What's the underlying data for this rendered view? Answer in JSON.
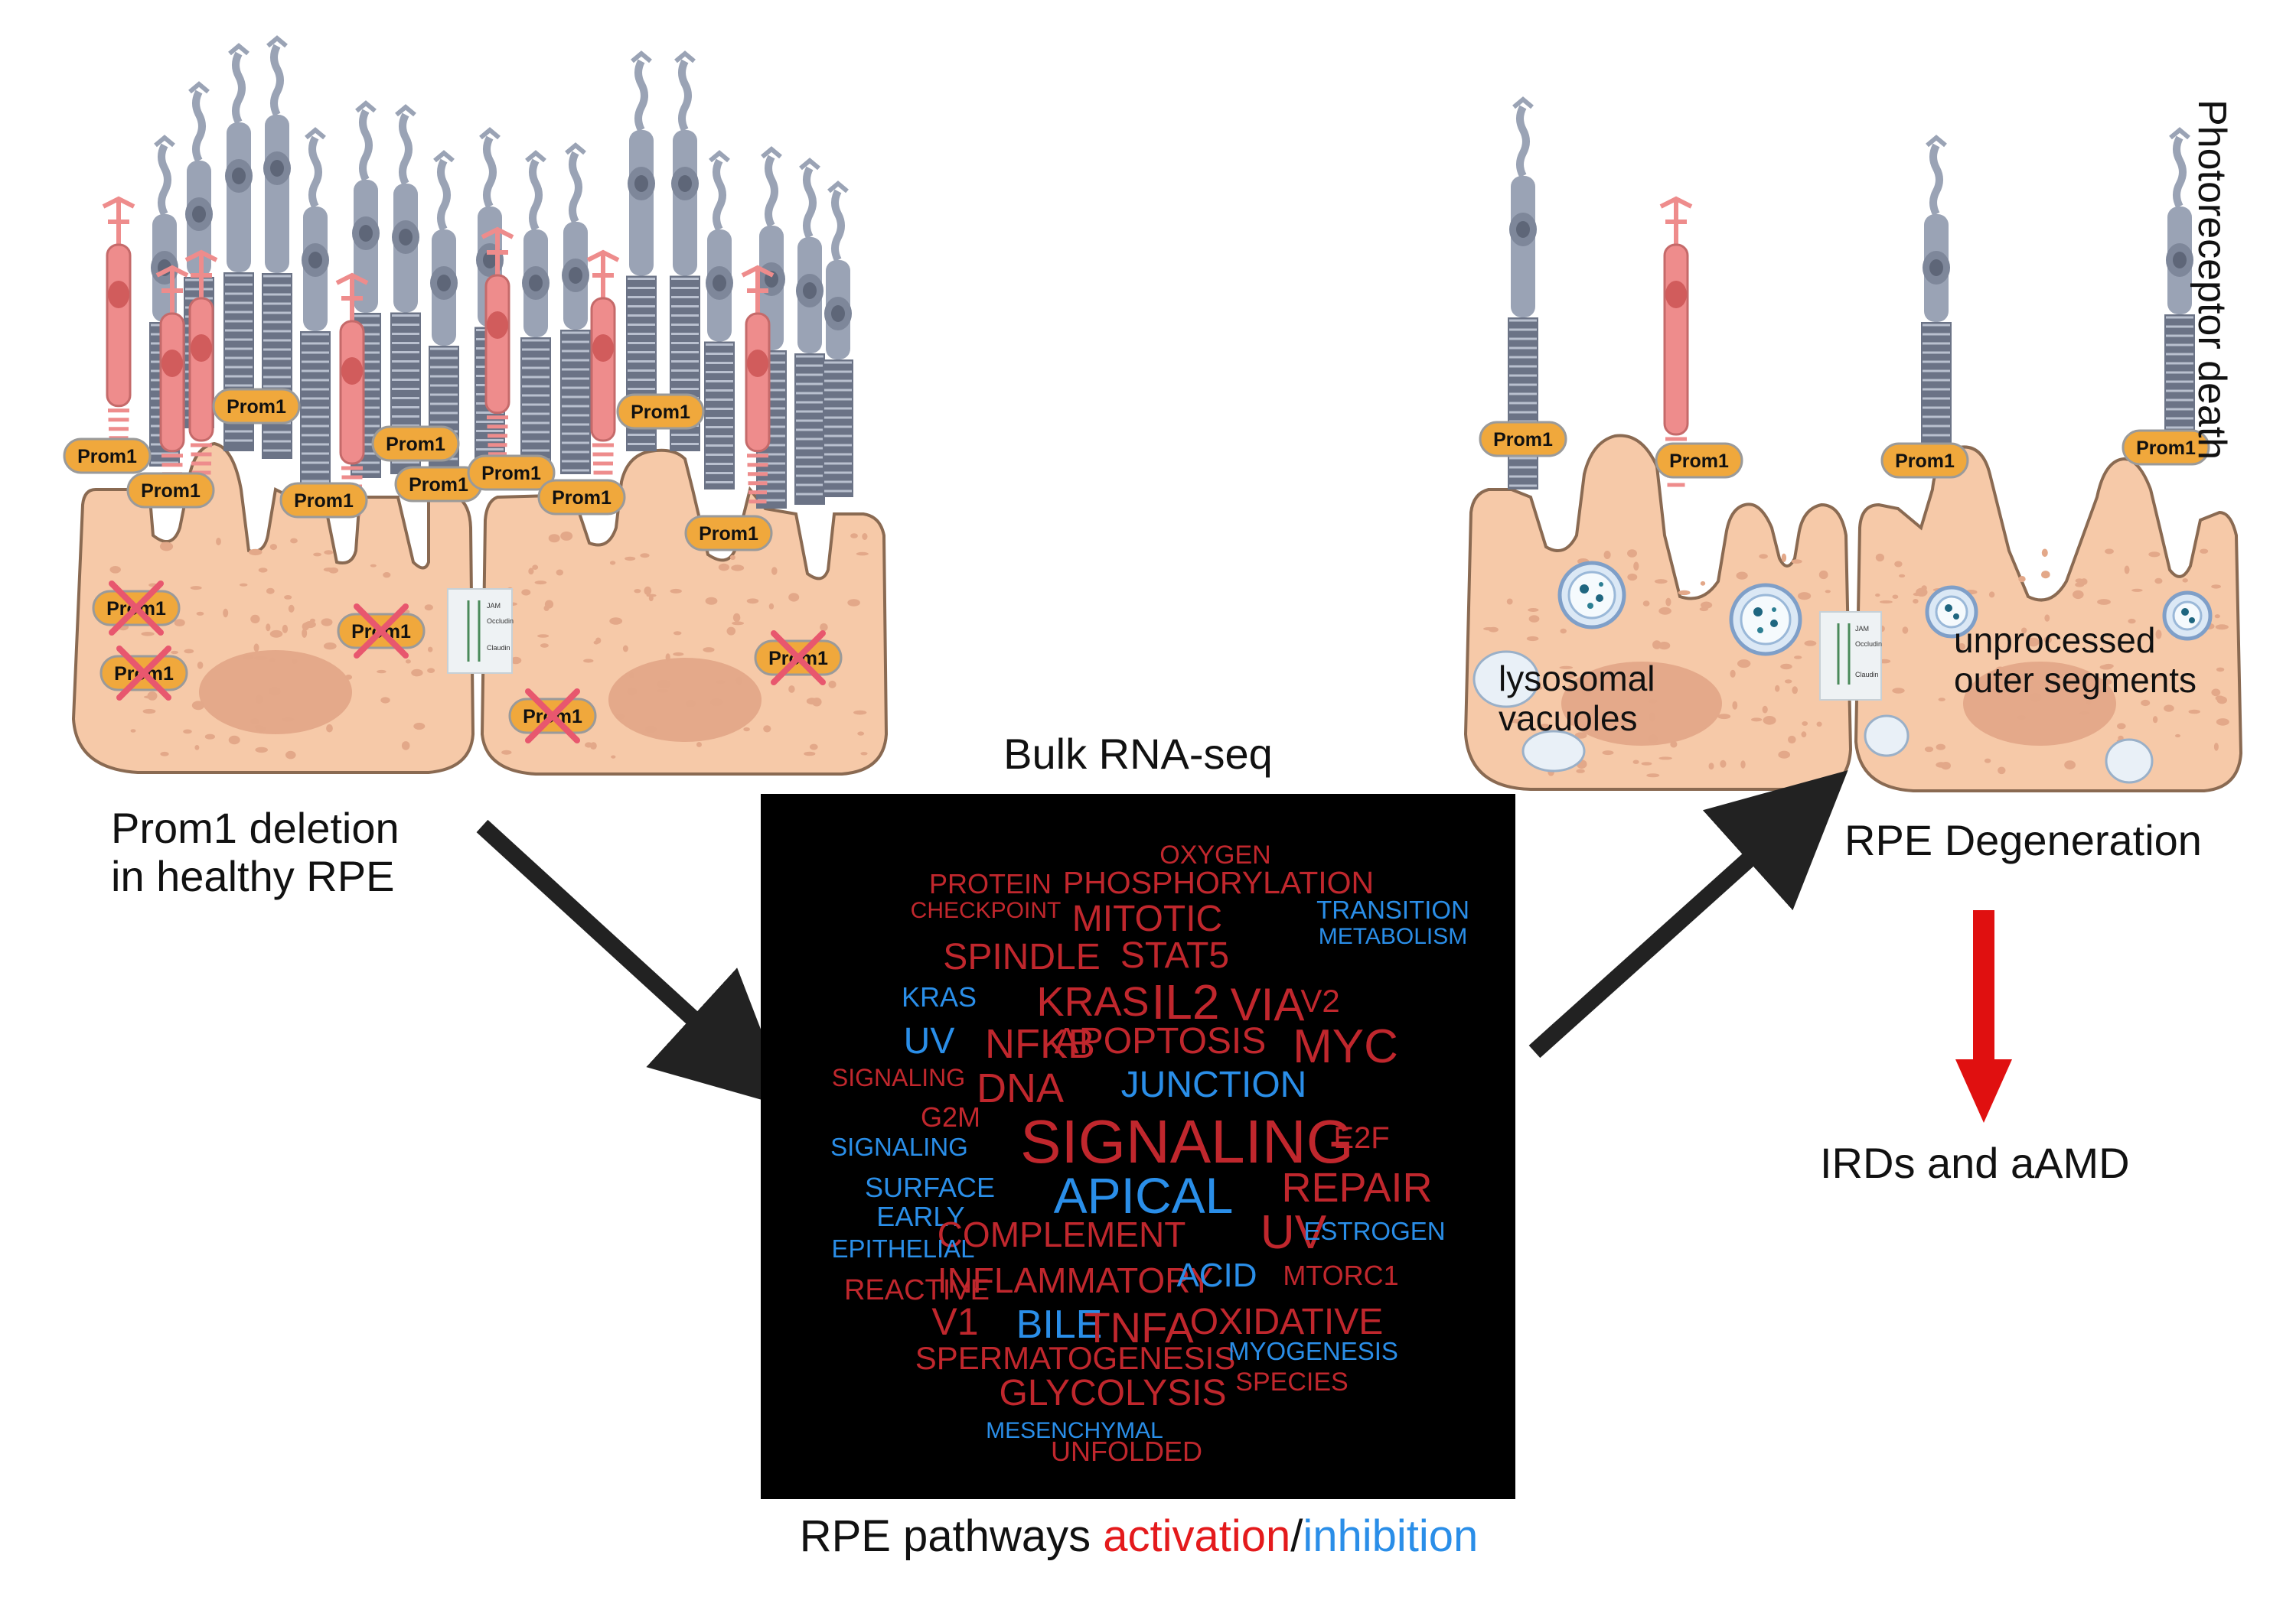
{
  "colors": {
    "cell_fill": "#f6c9a8",
    "cell_stroke": "#8a6a52",
    "rod": "#9aa3b5",
    "cone": "#ee8c8c",
    "prom1_badge": "#f0a83c",
    "activation": "#c0272d",
    "inhibition": "#2a8ee8",
    "arrow_dark": "#222222",
    "arrow_red": "#e01010"
  },
  "left_panel": {
    "prom1_labels": [
      "Prom1",
      "Prom1",
      "Prom1",
      "Prom1",
      "Prom1",
      "Prom1",
      "Prom1",
      "Prom1",
      "Prom1",
      "Prom1"
    ],
    "deleted_labels": [
      "Prom1",
      "Prom1",
      "Prom1",
      "Prom1",
      "Prom1"
    ],
    "junction_labels": [
      "JAM",
      "Occludin",
      "Claudin"
    ],
    "caption_line1": "Prom1 deletion",
    "caption_line2": "in healthy RPE"
  },
  "center_panel": {
    "title": "Bulk RNA-seq",
    "caption_prefix": "RPE pathways ",
    "caption_activation": "activation",
    "caption_separator": "/",
    "caption_inhibition": "inhibition",
    "words": [
      {
        "text": "OXYGEN",
        "class": "activation"
      },
      {
        "text": "PROTEIN",
        "class": "activation"
      },
      {
        "text": "PHOSPHORYLATION",
        "class": "activation"
      },
      {
        "text": "CHECKPOINT",
        "class": "activation"
      },
      {
        "text": "MITOTIC",
        "class": "activation"
      },
      {
        "text": "TRANSITION",
        "class": "inhibition"
      },
      {
        "text": "SPINDLE",
        "class": "activation"
      },
      {
        "text": "STAT5",
        "class": "activation"
      },
      {
        "text": "METABOLISM",
        "class": "inhibition"
      },
      {
        "text": "KRAS",
        "class": "inhibition"
      },
      {
        "text": "KRAS",
        "class": "activation"
      },
      {
        "text": "IL2",
        "class": "activation"
      },
      {
        "text": "VIA",
        "class": "activation"
      },
      {
        "text": "V2",
        "class": "activation"
      },
      {
        "text": "UV",
        "class": "inhibition"
      },
      {
        "text": "NFKB",
        "class": "activation"
      },
      {
        "text": "APOPTOSIS",
        "class": "activation"
      },
      {
        "text": "MYC",
        "class": "activation"
      },
      {
        "text": "SIGNALING",
        "class": "activation"
      },
      {
        "text": "DNA",
        "class": "activation"
      },
      {
        "text": "JUNCTION",
        "class": "inhibition"
      },
      {
        "text": "G2M",
        "class": "activation"
      },
      {
        "text": "SIGNALING",
        "class": "inhibition"
      },
      {
        "text": "SIGNALING",
        "class": "activation"
      },
      {
        "text": "E2F",
        "class": "activation"
      },
      {
        "text": "REPAIR",
        "class": "activation"
      },
      {
        "text": "SURFACE",
        "class": "inhibition"
      },
      {
        "text": "APICAL",
        "class": "inhibition"
      },
      {
        "text": "EARLY",
        "class": "inhibition"
      },
      {
        "text": "UV",
        "class": "activation"
      },
      {
        "text": "COMPLEMENT",
        "class": "activation"
      },
      {
        "text": "ESTROGEN",
        "class": "inhibition"
      },
      {
        "text": "EPITHELIAL",
        "class": "inhibition"
      },
      {
        "text": "MTORC1",
        "class": "activation"
      },
      {
        "text": "INFLAMMATORY",
        "class": "activation"
      },
      {
        "text": "ACID",
        "class": "inhibition"
      },
      {
        "text": "REACTIVE",
        "class": "activation"
      },
      {
        "text": "V1",
        "class": "activation"
      },
      {
        "text": "BILE",
        "class": "inhibition"
      },
      {
        "text": "TNFA",
        "class": "activation"
      },
      {
        "text": "OXIDATIVE",
        "class": "activation"
      },
      {
        "text": "SPERMATOGENESIS",
        "class": "activation"
      },
      {
        "text": "MYOGENESIS",
        "class": "inhibition"
      },
      {
        "text": "SPECIES",
        "class": "activation"
      },
      {
        "text": "GLYCOLYSIS",
        "class": "activation"
      },
      {
        "text": "MESENCHYMAL",
        "class": "inhibition"
      },
      {
        "text": "UNFOLDED",
        "class": "activation"
      }
    ]
  },
  "right_panel": {
    "vertical_label": "Photoreceptor death",
    "prom1_labels": [
      "Prom1",
      "Prom1",
      "Prom1",
      "Prom1"
    ],
    "junction_labels": [
      "JAM",
      "Occludin",
      "Claudin"
    ],
    "lysosomal_line1": "lysosomal",
    "lysosomal_line2": "vacuoles",
    "unprocessed_line1": "unprocessed",
    "unprocessed_line2": "outer segments",
    "caption": "RPE Degeneration",
    "outcome": "IRDs and aAMD"
  }
}
